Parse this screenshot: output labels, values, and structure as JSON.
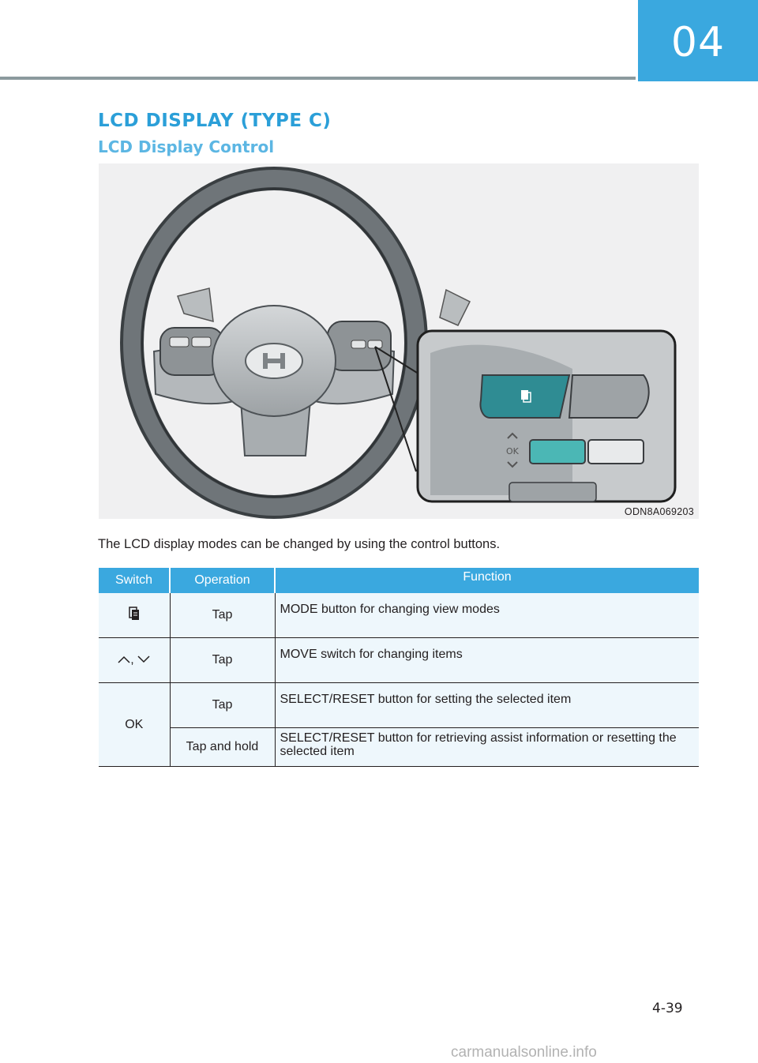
{
  "header": {
    "chapter": "04"
  },
  "section_title": "LCD DISPLAY (TYPE C)",
  "sub_title": "LCD Display Control",
  "figure": {
    "code": "ODN8A069203",
    "inset_label": "OK"
  },
  "intro": "The LCD display modes can be changed by using the control buttons.",
  "table": {
    "headers": {
      "switch": "Switch",
      "operation": "Operation",
      "function": "Function"
    },
    "rows": [
      {
        "switch_icon": "mode-icon",
        "operation": "Tap",
        "function": "MODE button for changing view modes"
      },
      {
        "switch_icon": "up-down-icons",
        "switch_sep": ",",
        "operation": "Tap",
        "function": "MOVE switch for changing items"
      },
      {
        "switch": "OK",
        "operation": "Tap",
        "function": "SELECT/RESET button for setting the selected item"
      },
      {
        "operation": "Tap and hold",
        "function": "SELECT/RESET button for retrieving assist information or resetting the selected item"
      }
    ]
  },
  "footer": {
    "page": "4-39",
    "watermark": "carmanualsonline.info"
  }
}
